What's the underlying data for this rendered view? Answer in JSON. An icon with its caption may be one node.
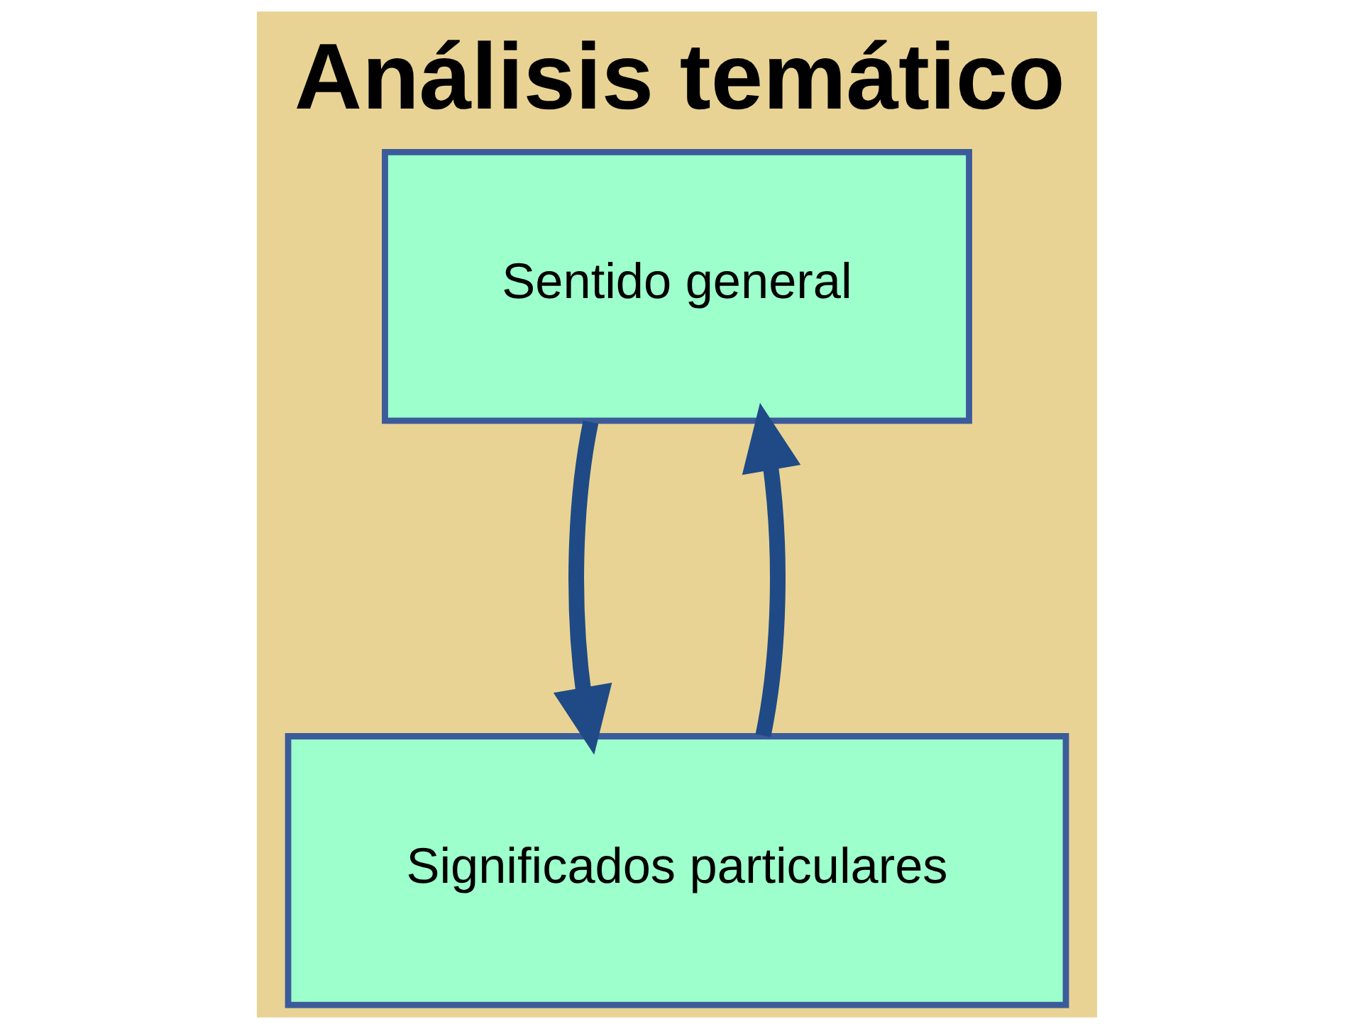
{
  "diagram": {
    "title": "Análisis temático",
    "nodes": [
      {
        "text": [
          "Sentido general"
        ]
      },
      {
        "text": [
          "Significados particulares"
        ]
      }
    ],
    "edges": [
      {
        "from": 0,
        "to": 1,
        "arrow": "to"
      },
      {
        "from": 1,
        "to": 0,
        "arrow": "to"
      }
    ]
  }
}
